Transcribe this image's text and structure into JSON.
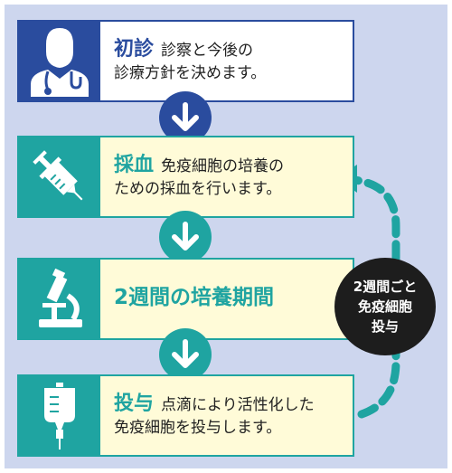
{
  "colors": {
    "background": "#cdd6ee",
    "blue": "#2a4c9e",
    "teal": "#1fa4a1",
    "cream": "#fffbd8",
    "bubble": "#1d1d1d"
  },
  "steps": [
    {
      "icon": "doctor-icon",
      "heading": "初診",
      "line1": "診察と今後の",
      "line2": "診療方針を決めます。"
    },
    {
      "icon": "syringe-icon",
      "heading": "採血",
      "line1": "免疫細胞の培養の",
      "line2": "ための採血を行います。"
    },
    {
      "icon": "microscope-icon",
      "heading": "2週間の培養期間",
      "line1": "",
      "line2": ""
    },
    {
      "icon": "iv-drip-icon",
      "heading": "投与",
      "line1": "点滴により活性化した",
      "line2": "免疫細胞を投与します。"
    }
  ],
  "cycle_bubble": {
    "lines": [
      "2週間ごと",
      "免疫細胞",
      "投与"
    ]
  }
}
